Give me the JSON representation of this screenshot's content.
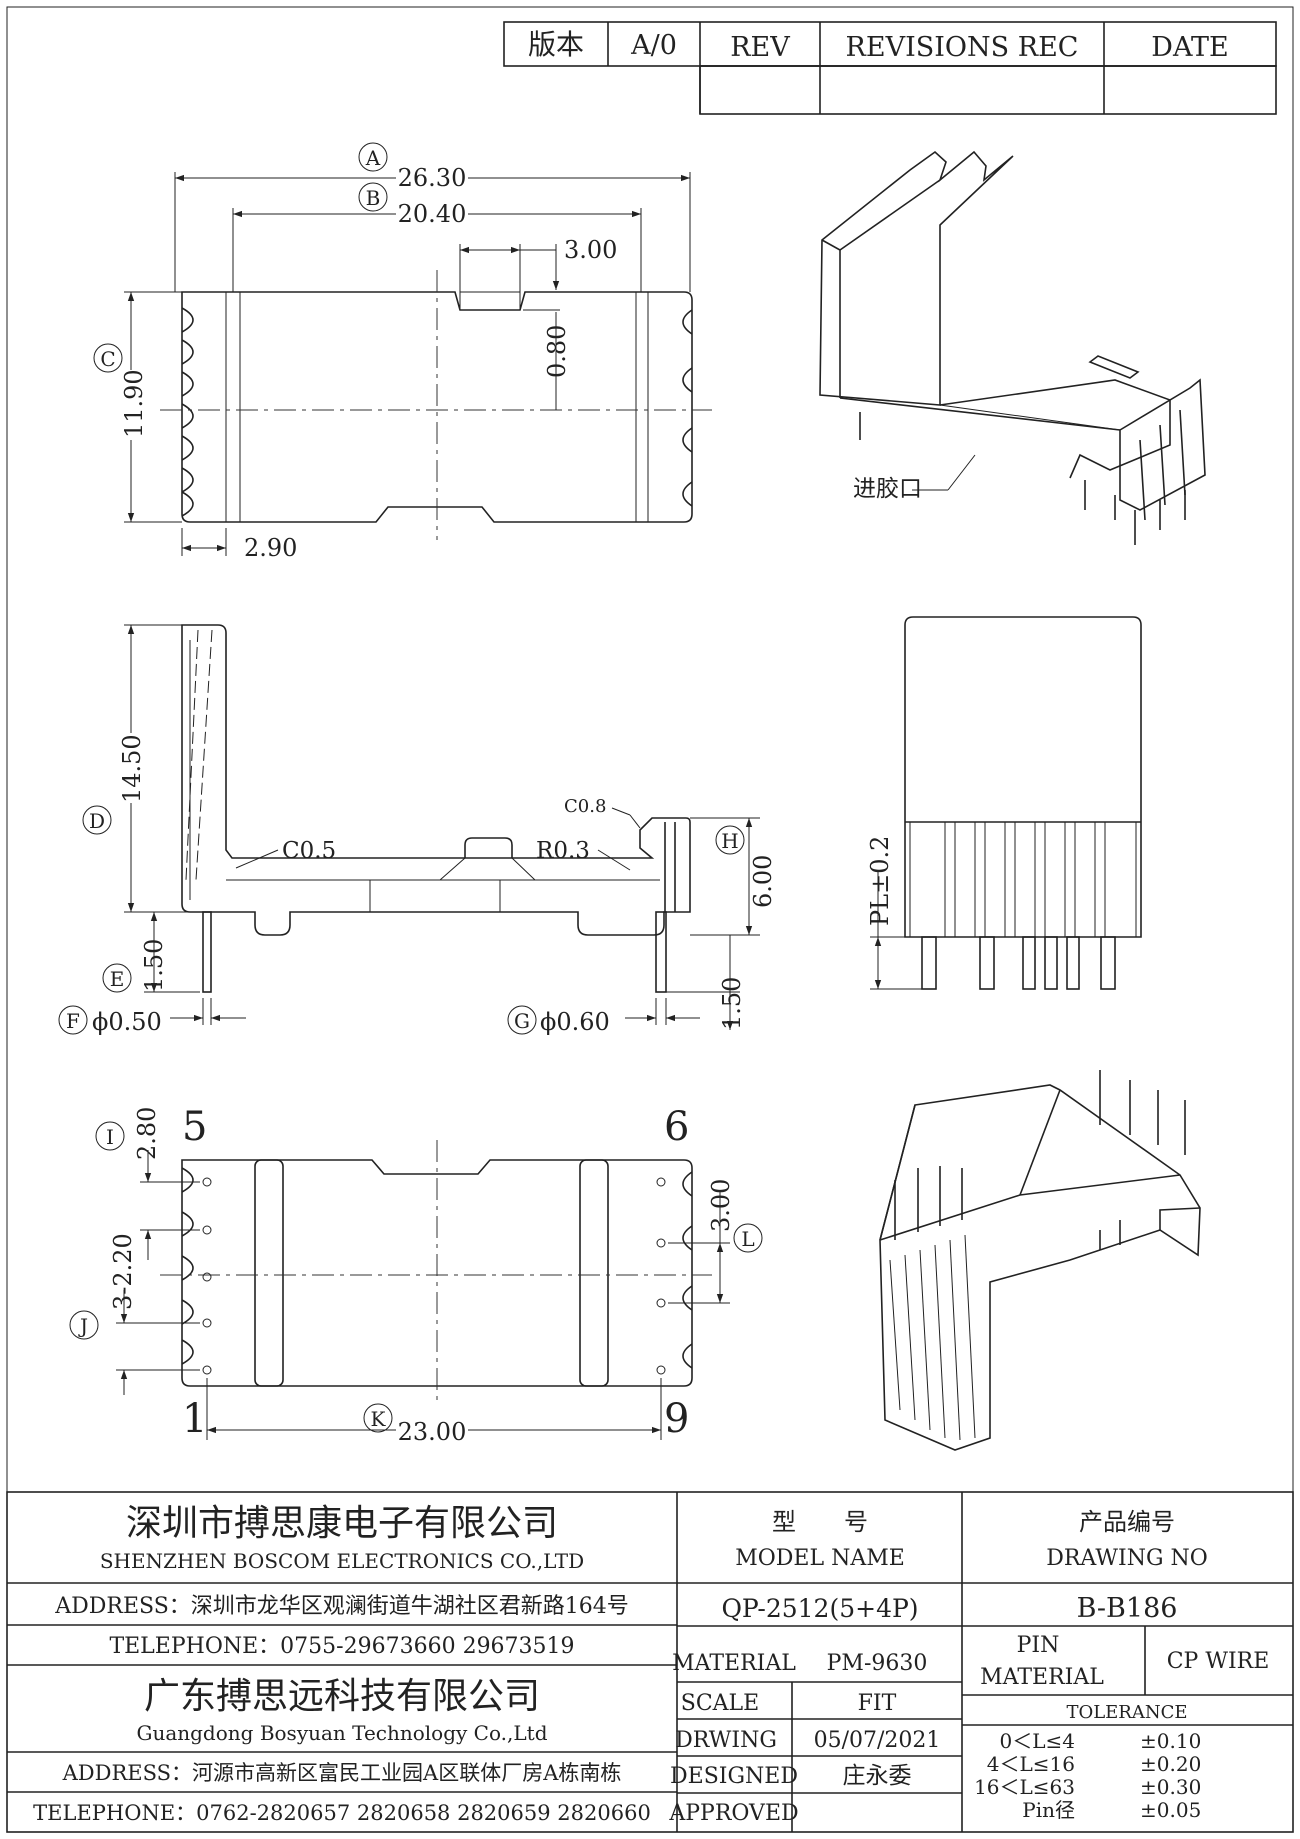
{
  "revision_table": {
    "version_label": "版本",
    "version_value": "A/0",
    "rev_label": "REV",
    "revisions_label": "REVISIONS REC",
    "date_label": "DATE"
  },
  "top_view": {
    "callout_a": "A",
    "dim_a": "26.30",
    "callout_b": "B",
    "dim_b": "20.40",
    "dim_gate_width": "3.00",
    "dim_gate_depth": "0.80",
    "callout_c": "C",
    "dim_c": "11.90",
    "dim_edge": "2.90"
  },
  "iso_top": {
    "gate_label": "进胶口"
  },
  "side_view": {
    "callout_d": "D",
    "dim_d": "14.50",
    "chamfer_left": "C0.5",
    "chamfer_right": "C0.8",
    "radius": "R0.3",
    "callout_h": "H",
    "dim_h": "6.00",
    "callout_e": "E",
    "dim_e": "1.50",
    "dim_pin_len_right": "1.50",
    "callout_f": "F",
    "dim_f": "ϕ0.50",
    "callout_g": "G",
    "dim_g": "ϕ0.60"
  },
  "front_view": {
    "dim_pl": "PL±0.2"
  },
  "bottom_view": {
    "pin_5": "5",
    "pin_6": "6",
    "pin_1": "1",
    "pin_9": "9",
    "callout_i": "I",
    "dim_i": "2.80",
    "dim_pitch_left": "3-2.20",
    "callout_j": "J",
    "dim_pitch_right": "3.00",
    "callout_l": "L",
    "callout_k": "K",
    "dim_k": "23.00"
  },
  "title_block": {
    "company_cn": "深圳市搏思康电子有限公司",
    "company_en": "SHENZHEN BOSCOM ELECTRONICS CO.,LTD",
    "address1": "ADDRESS：深圳市龙华区观澜街道牛湖社区君新路164号",
    "telephone1": "TELEPHONE：0755-29673660 29673519",
    "company2_cn": "广东搏思远科技有限公司",
    "company2_en": "Guangdong Bosyuan Technology Co.,Ltd",
    "address2": "ADDRESS：河源市高新区富民工业园A区联体厂房A栋南栋",
    "telephone2": "TELEPHONE：0762-2820657 2820658 2820659 2820660",
    "model_label_cn": "型　　号",
    "model_label_en": "MODEL NAME",
    "model_value": "QP-2512(5+4P)",
    "drawing_no_cn": "产品编号",
    "drawing_no_en": "DRAWING NO",
    "drawing_no_value": "B-B186",
    "material_label": "MATERIAL",
    "material_value": "PM-9630",
    "pin_material_label_1": "PIN",
    "pin_material_label_2": "MATERIAL",
    "pin_material_value": "CP WIRE",
    "scale_label": "SCALE",
    "scale_value": "FIT",
    "drawing_label": "DRWING",
    "drawing_date": "05/07/2021",
    "designed_label": "DESIGNED",
    "designed_value": "庄永委",
    "approved_label": "APPROVED",
    "tolerance_label": "TOLERANCE",
    "tol_1_range": "0＜L≤4",
    "tol_1_value": "±0.10",
    "tol_2_range": "4＜L≤16",
    "tol_2_value": "±0.20",
    "tol_3_range": "16＜L≤63",
    "tol_3_value": "±0.30",
    "tol_4_range": "Pin径",
    "tol_4_value": "±0.05"
  }
}
